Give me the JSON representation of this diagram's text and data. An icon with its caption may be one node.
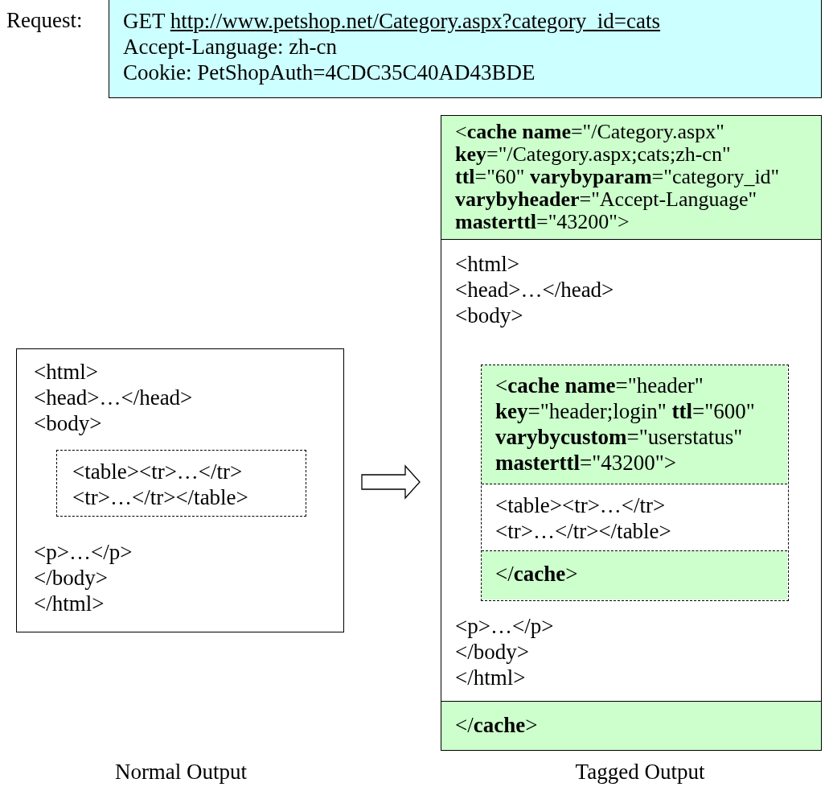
{
  "diagram": {
    "nodes": [
      {
        "text": [
          "GET http://www.petshop.net/Category.aspx?category_id=cats",
          "Accept-Language: zh-cn",
          "Cookie: PetShopAuth=4CDC35C40AD43BDE"
        ],
        "beside": [
          "Request:"
        ]
      },
      {
        "text": [
          "<html>",
          "<head>…</head>",
          "<body>",
          "<p>…</p>",
          "</body>",
          "</html>"
        ]
      },
      {
        "text": [
          "<table><tr>…</tr> <tr>…</tr></table>"
        ],
        "in": 1
      },
      {
        "text": [],
        "shape": "box"
      },
      {
        "text": [
          "<**cache** **name**=\"/Category.aspx\" **key**=\"/Category.aspx;cats;zh-cn\" **ttl**=\"60\" **varybyparam**=\"category_id\" **varybyheader**=\"Accept-Language\" **masterttl**=\"43200\">"
        ],
        "in": 3
      },
      {
        "text": [
          "<html>",
          "<head>…</head>",
          "<body>",
          "<p>…</p>",
          "</body>",
          "</html>"
        ],
        "in": 3
      },
      {
        "text": [],
        "shape": "box",
        "in": 5
      },
      {
        "text": [
          "<**cache** **name**=\"header\" **key**=\"header;login\" **ttl**=\"600\" **varybycustom**=\"userstatus\" **masterttl**=\"43200\">"
        ],
        "in": 6
      },
      {
        "text": [
          "<table><tr>…</tr> <tr>…</tr></table>"
        ],
        "in": 6
      },
      {
        "text": [
          "</**cache**>"
        ],
        "in": 6
      },
      {
        "text": [
          "</**cache**>"
        ],
        "in": 3
      }
    ],
    "edges": [
      {
        "from": 1,
        "to": 3,
        "arrow": "to"
      }
    ],
    "labels": [
      "Normal Output",
      "Tagged Output"
    ]
  }
}
